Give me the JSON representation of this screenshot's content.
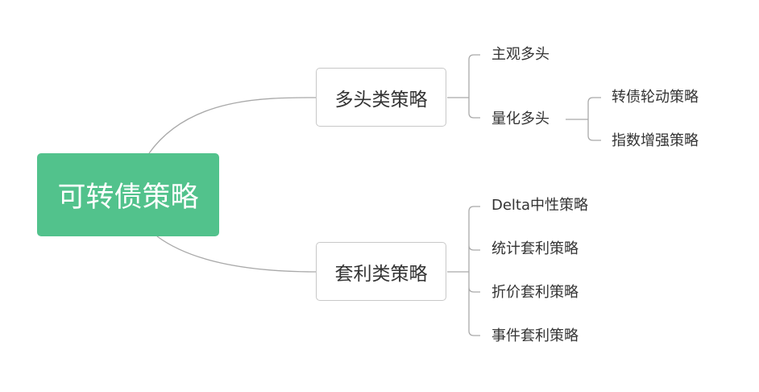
{
  "colors": {
    "root_fill": "#52c28c",
    "root_text": "#ffffff",
    "branch_border": "#c8c8c8",
    "line": "#a9a9a9",
    "text": "#333333"
  },
  "root": {
    "label": "可转债策略"
  },
  "branches": [
    {
      "label": "多头类策略",
      "children": [
        {
          "label": "主观多头"
        },
        {
          "label": "量化多头",
          "children": [
            {
              "label": "转债轮动策略"
            },
            {
              "label": "指数增强策略"
            }
          ]
        }
      ]
    },
    {
      "label": "套利类策略",
      "children": [
        {
          "label": "Delta中性策略"
        },
        {
          "label": "统计套利策略"
        },
        {
          "label": "折价套利策略"
        },
        {
          "label": "事件套利策略"
        }
      ]
    }
  ]
}
